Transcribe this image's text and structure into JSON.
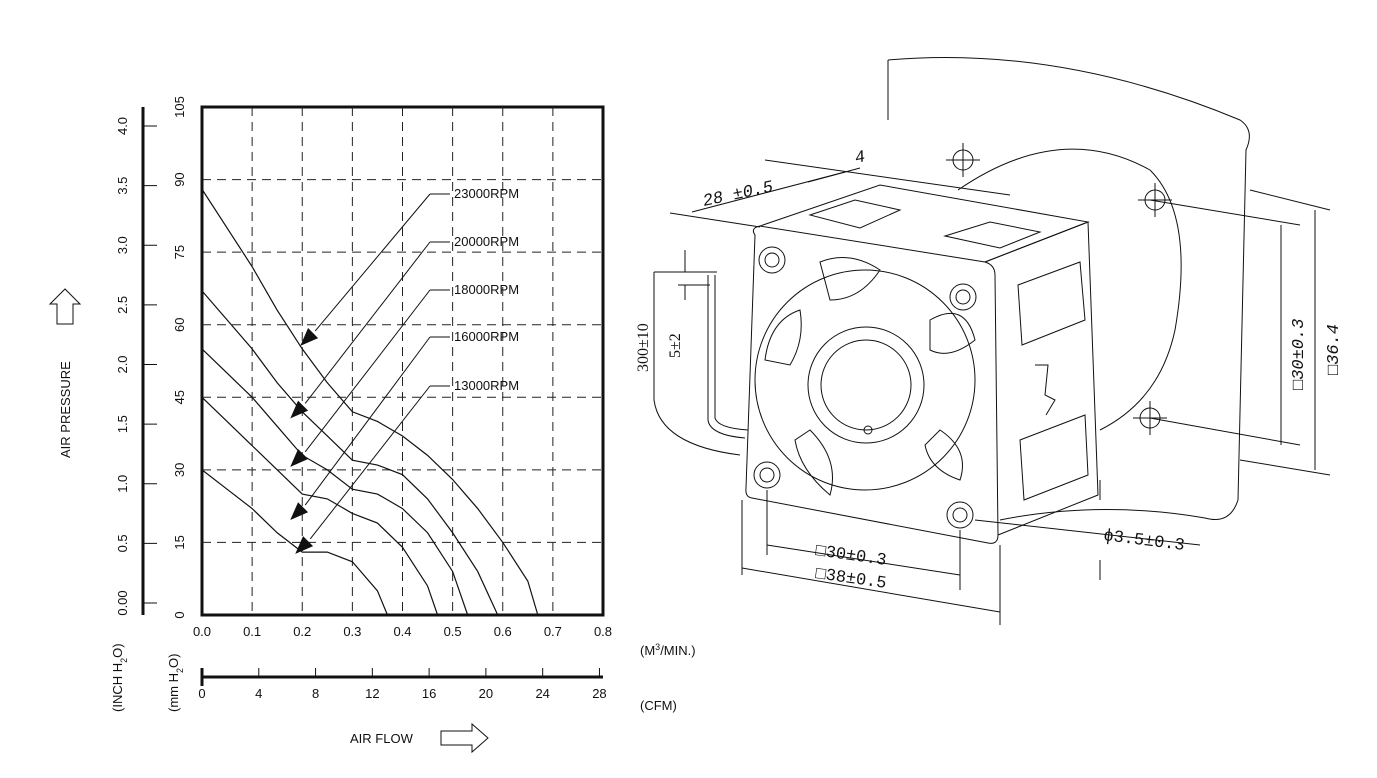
{
  "chart_data": {
    "type": "line",
    "xlabel": "AIR FLOW",
    "ylabel": "AIR PRESSURE",
    "x_unit_primary": "(M3/MIN.)",
    "x_unit_secondary": "(CFM)",
    "y_unit_primary": "(mm H2O)",
    "y_unit_secondary": "(INCH H2O)",
    "xlim": [
      0,
      0.8
    ],
    "ylim": [
      0,
      105
    ],
    "x_ticks": [
      "0.0",
      "0.1",
      "0.2",
      "0.3",
      "0.4",
      "0.5",
      "0.6",
      "0.7",
      "0.8"
    ],
    "x2_ticks": [
      "0",
      "4",
      "8",
      "12",
      "16",
      "20",
      "24",
      "28"
    ],
    "y_ticks": [
      "0",
      "15",
      "30",
      "45",
      "60",
      "75",
      "90",
      "105"
    ],
    "y2_ticks": [
      "0.00",
      "0.5",
      "1.0",
      "1.5",
      "2.0",
      "2.5",
      "3.0",
      "3.5",
      "4.0"
    ],
    "grid": true,
    "series": [
      {
        "name": "23000RPM",
        "x": [
          0.0,
          0.05,
          0.1,
          0.15,
          0.2,
          0.25,
          0.3,
          0.35,
          0.4,
          0.45,
          0.5,
          0.55,
          0.6,
          0.65,
          0.67
        ],
        "y": [
          88,
          80,
          72,
          63,
          55,
          48,
          42,
          40,
          37,
          33,
          28,
          22,
          15,
          7,
          0
        ]
      },
      {
        "name": "20000RPM",
        "x": [
          0.0,
          0.05,
          0.1,
          0.15,
          0.2,
          0.25,
          0.3,
          0.35,
          0.4,
          0.45,
          0.5,
          0.55,
          0.59
        ],
        "y": [
          67,
          61,
          55,
          48,
          42,
          37,
          32,
          31,
          29,
          24,
          17,
          9,
          0
        ]
      },
      {
        "name": "18000RPM",
        "x": [
          0.0,
          0.05,
          0.1,
          0.15,
          0.2,
          0.25,
          0.3,
          0.35,
          0.4,
          0.45,
          0.5,
          0.53
        ],
        "y": [
          55,
          50,
          45,
          39,
          33,
          30,
          26,
          25,
          22,
          17,
          9,
          0
        ]
      },
      {
        "name": "16000RPM",
        "x": [
          0.0,
          0.05,
          0.1,
          0.15,
          0.2,
          0.25,
          0.3,
          0.35,
          0.4,
          0.45,
          0.47
        ],
        "y": [
          45,
          40,
          35,
          30,
          25,
          24,
          21,
          19,
          14,
          6,
          0
        ]
      },
      {
        "name": "13000RPM",
        "x": [
          0.0,
          0.05,
          0.1,
          0.15,
          0.2,
          0.25,
          0.3,
          0.35,
          0.37
        ],
        "y": [
          30,
          26,
          22,
          17,
          13,
          13,
          11,
          5,
          0
        ]
      }
    ]
  },
  "drawing": {
    "dim_length": "28 ±0.5",
    "dim_lip": "4",
    "dim_lead": "300±10",
    "dim_strip": "5±2",
    "dim_hole_spacing_bottom": "□30±0.3",
    "dim_body_bottom": "□38±0.5",
    "dim_hole_dia": "ϕ3.5±0.3",
    "dim_hole_spacing_side": "□30±0.3",
    "dim_body_side": "□36.4"
  }
}
